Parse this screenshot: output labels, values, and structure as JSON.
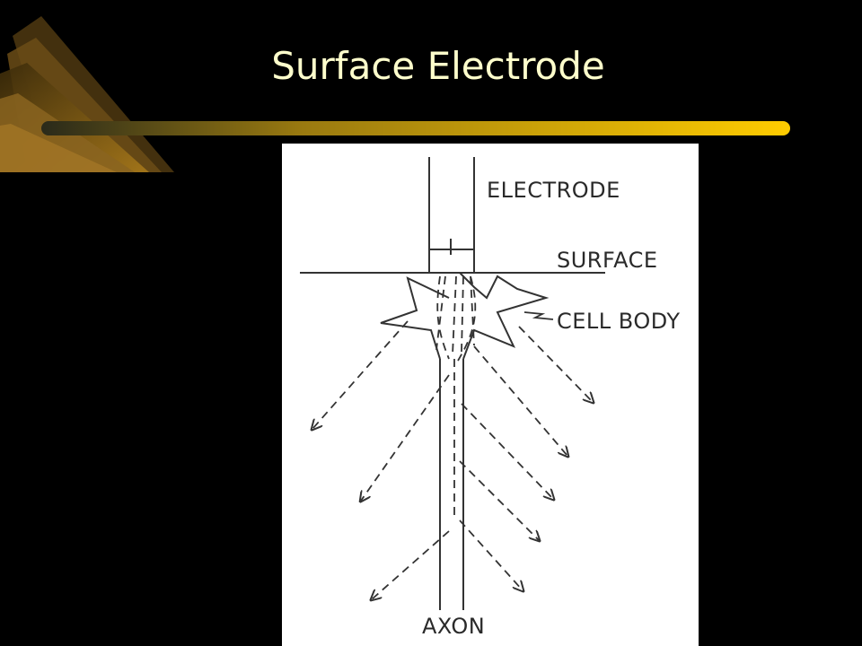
{
  "slide": {
    "title": "Surface Electrode",
    "background": "#000000",
    "title_color": "#FFFFCC",
    "accent": "#FFCC00"
  },
  "diagram": {
    "labels": {
      "electrode": "ELECTRODE",
      "surface": "SURFACE",
      "cell_body": "CELL BODY",
      "axon": "AXON"
    },
    "ink_color": "#333333"
  }
}
